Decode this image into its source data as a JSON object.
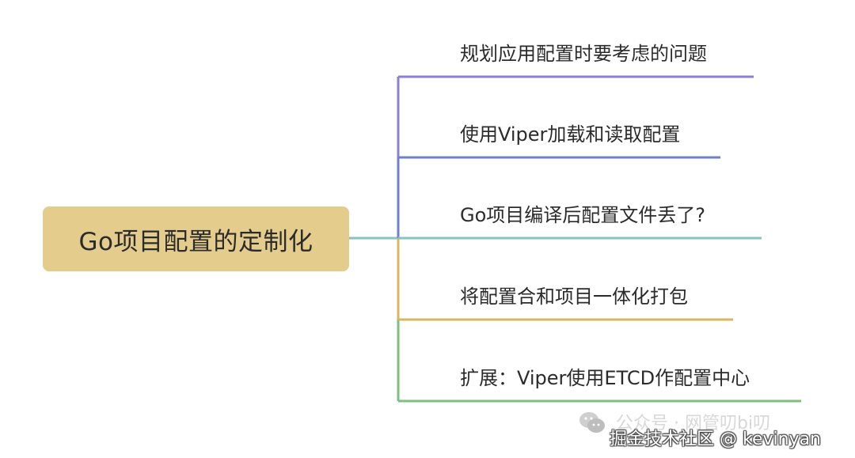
{
  "root": {
    "label": "Go项目配置的定制化",
    "color": "#e4cc8c"
  },
  "branches": [
    {
      "label": "规划应用配置时要考虑的问题",
      "color": "#8b7fd6"
    },
    {
      "label": "使用Viper加载和读取配置",
      "color": "#6f7fd8"
    },
    {
      "label": "Go项目编译后配置文件丢了?",
      "color": "#86c4c4"
    },
    {
      "label": "将配置合和项目一体化打包",
      "color": "#d8b75f"
    },
    {
      "label": "扩展：Viper使用ETCD作配置中心",
      "color": "#7bc07e"
    }
  ],
  "watermark": {
    "faded_text": "公众号 · 网管叨bi叨",
    "main_text": "掘金技术社区 @ kevinyan",
    "icon": "wechat-icon"
  }
}
